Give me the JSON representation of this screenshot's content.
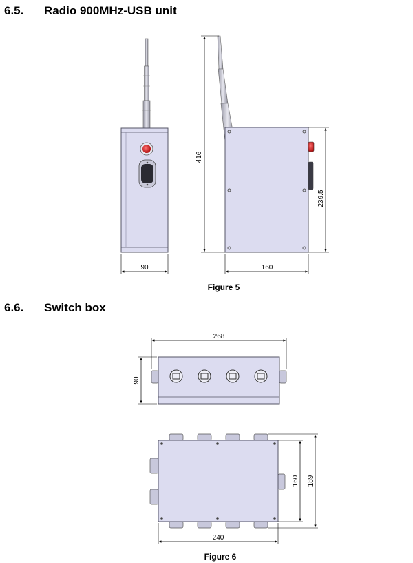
{
  "section_radio": {
    "number": "6.5.",
    "title": "Radio 900MHz-USB unit"
  },
  "section_switch": {
    "number": "6.6.",
    "title": "Switch box"
  },
  "figure5": {
    "caption": "Figure 5",
    "dim_width_side": "90",
    "dim_height_total": "416",
    "dim_width_front": "160",
    "dim_height_box": "239.5"
  },
  "figure6": {
    "caption": "Figure 6",
    "dim_top_width": "268",
    "dim_top_height": "90",
    "dim_body_width": "240",
    "dim_body_height": "160",
    "dim_total_height": "189"
  },
  "colors": {
    "body_fill": "#dcdcf0",
    "stroke": "#555566",
    "indicator": "#d42020"
  }
}
